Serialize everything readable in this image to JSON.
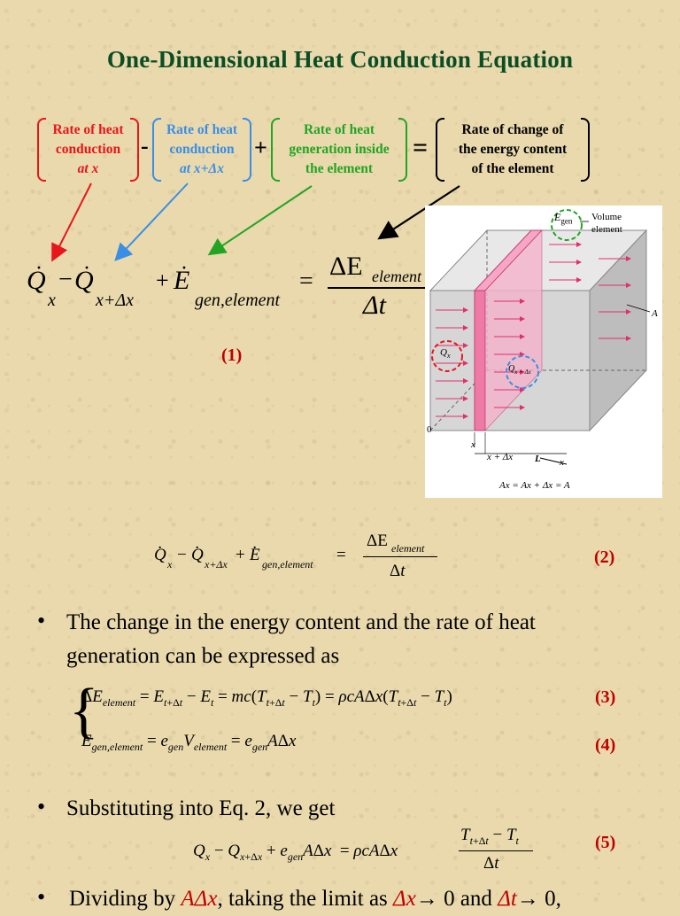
{
  "title": "One-Dimensional Heat Conduction Equation",
  "boxes": {
    "box1": {
      "line1": "Rate of heat",
      "line2": "conduction",
      "line3": "at x",
      "color": "#e8161b"
    },
    "box2": {
      "line1": "Rate of heat",
      "line2": "conduction",
      "line3": "at x+Δx",
      "color": "#3a8ee6"
    },
    "box3": {
      "line1": "Rate of heat",
      "line2": "generation inside",
      "line3": "the element",
      "color": "#22a522"
    },
    "box4": {
      "line1": "Rate of change of",
      "line2": "the energy content",
      "line3": "of the element",
      "color": "#000000"
    }
  },
  "operators": {
    "minus": "-",
    "plus": "+",
    "equals": "="
  },
  "equation1": {
    "Q": "Q",
    "sub_x": "x",
    "sub_xdx": "x+Δx",
    "E": "E",
    "sub_gen": "gen,element",
    "num": "ΔE",
    "num_sub": "element",
    "den": "Δt",
    "label": "(1)"
  },
  "figure": {
    "egen": "E",
    "egen_sub": "gen",
    "volume_label_1": "Volume",
    "volume_label_2": "element",
    "a_label": "A",
    "qx": "Q",
    "qx_sub": "x",
    "qxdx_sub": "x + Δx",
    "zero": "0",
    "x": "x",
    "x_dx": "x + Δx",
    "L": "L",
    "x_axis": "x",
    "area_eq": "Ax = Ax + Δx = A"
  },
  "equation2": {
    "label": "(2)"
  },
  "bullet1": {
    "line1": "The change in the energy content and the rate of heat",
    "line2": "generation can be expressed as"
  },
  "equation3": {
    "label": "(3)"
  },
  "equation4": {
    "label": "(4)"
  },
  "bullet2": {
    "line1": "Substituting into Eq. 2, we get"
  },
  "equation5": {
    "label": "(5)"
  },
  "bullet3": {
    "pre": "Dividing by ",
    "adx": "AΔx",
    "mid": ", taking the limit as ",
    "dx": "Δx",
    "arrow1": "→ 0 and ",
    "dt": "Δt",
    "arrow2": "→ 0,"
  }
}
